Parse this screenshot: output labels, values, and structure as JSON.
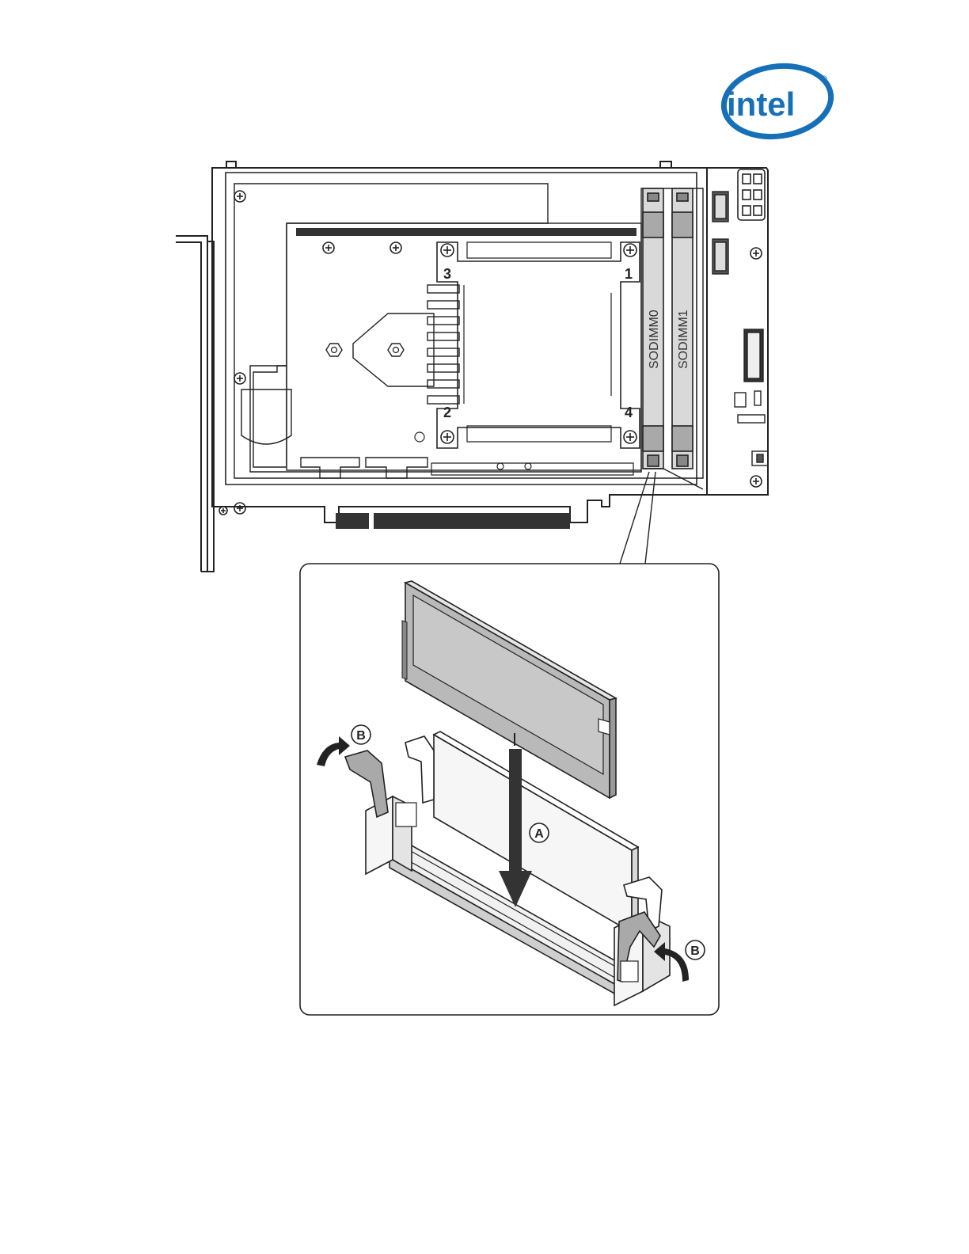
{
  "logo": {
    "text": "intel",
    "registered": "®",
    "color": "#1570b8"
  },
  "board": {
    "retention_numbers": [
      "1",
      "2",
      "3",
      "4"
    ],
    "slots": [
      "SODIMM0",
      "SODIMM1"
    ]
  },
  "detail": {
    "step_a": "A",
    "step_b": "B"
  },
  "colors": {
    "line": "#222222",
    "module_fill": "#c8c8c8",
    "slot_fill": "#d9d9d9",
    "latch_fill": "#a9a9a9"
  }
}
